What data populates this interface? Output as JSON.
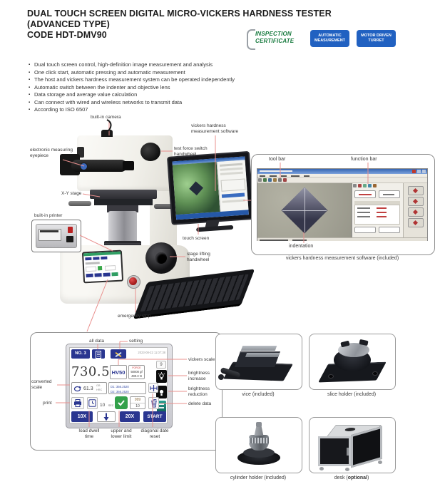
{
  "header": {
    "title1": "DUAL TOUCH SCREEN DIGITAL MICRO-VICKERS HARDNESS TESTER",
    "title2": "(ADVANCED TYPE)",
    "title3": "CODE HDT-DMV90",
    "badges": {
      "inspection1": "INSPECTION",
      "inspection2": "CERTIFICATE",
      "automatic1": "AUTOMATIC",
      "automatic2": "MEASUREMENT",
      "motor1": "MOTOR DRIVEN",
      "motor2": "TURRET"
    }
  },
  "features": {
    "marker": "▪",
    "items": [
      "Dual touch screen control, high-definition image measurement and analysis",
      "One click start, automatic pressing and automatic measurement",
      "The host and vickers hardness measurement system can be operated independently",
      "Automatic switch between the indenter and objective lens",
      "Data storage and average value calculation",
      "Can connect with wired and wireless networks to transmit data",
      "According to ISO 6507"
    ]
  },
  "machine": {
    "callouts": {
      "camera": "built-in camera",
      "eyepiece": "electronic measuring eyepiece",
      "xy_stage": "X-Y stage",
      "printer": "built-in printer",
      "test_force": "test force switch handwheel",
      "software": "vickers hardness measurement software",
      "touch_screen": "touch screen",
      "lifting": "stage lifting handwheel",
      "estop": "emergency stop"
    }
  },
  "software_panel": {
    "tool_bar": "tool bar",
    "function_bar": "function bar",
    "indentation": "indentation",
    "caption": "vickers hardness measurement software (included)"
  },
  "display_panel": {
    "callouts": {
      "all_data": "all data",
      "setting": "setting",
      "vickers_scale": "vickers scale",
      "brightness_increase": "brightness increase",
      "brightness_reduction": "brightness reduction",
      "delete_data": "delete data",
      "converted_scale": "converted scale",
      "print": "print",
      "load_dwell": "load dwell time",
      "upper_lower": "upper and lower limit",
      "diagonal_reset": "diagonal date reset"
    },
    "screen": {
      "record_no": "NO. 3",
      "datetime": "2023-08-22 11:07:38",
      "count": "9",
      "main_value": "730.5",
      "scale": "HV50",
      "force_label": "FORCE",
      "force_gf": "50000 gf",
      "force_n": "490.3 N",
      "converted_value": "61.3",
      "converted_std": "GB",
      "converted_unit": "HRC",
      "d1": "D1: 356.2520",
      "d2": "D2: 356.2520",
      "dwell_value": "10",
      "dwell_unit": "SEC",
      "limit_upper": "999",
      "limit_lower": "10",
      "objective_low": "10X",
      "objective_high": "20X",
      "start": "START"
    }
  },
  "accessories": {
    "vice": "vice (included)",
    "slice": "slice holder (included)",
    "cylinder": "cylinder holder (included)",
    "desk_prefix": "desk (",
    "desk_bold": "optional",
    "desk_suffix": ")"
  },
  "colors": {
    "callout_line": "#e9908e",
    "badge_blue": "#2161c1",
    "stamp_green": "#177a3e",
    "display_navy": "#2a3690",
    "check_green": "#33a14b",
    "teal_key": "#1f8a7d"
  }
}
